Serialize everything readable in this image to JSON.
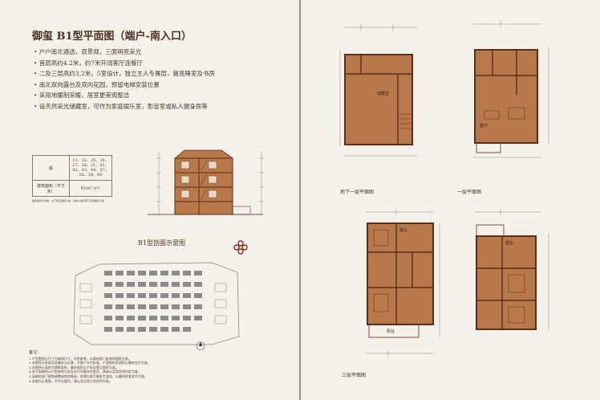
{
  "title": "御玺 B1型平面图（端户-南入口）",
  "features": [
    "户户南北通透，双景观，三面明亮采光",
    "首层高约4.2米，约7米开阔客厅连餐厅",
    "二及三层高约3.2米，5室设计，独立主人专属层，敞亮睡室及书房",
    "南北双向露台及双向花园，预留电梯安装位置",
    "采用地暖制采暖，居室更美观整洁",
    "设天然采光储藏室，可作为家庭娱乐室，影音室或私人健身房等"
  ],
  "spec_table": {
    "row1_label": "栋",
    "row1_value": "11、12、25、26、27、28、31、41、42、43、44、57、58、59、60",
    "row2_label": "建筑面积（平方米）",
    "row2_value": "约387.97²",
    "note": "面积数值为约数，以产权证面积为准，具体以政府部门实测面积为准"
  },
  "section_caption": "B1型剖面示意图",
  "plans": {
    "basement": "地下一层平面图",
    "first": "一层平面图",
    "third": "三层平面图"
  },
  "room_labels": {
    "storage": "储藏室",
    "living": "客厅",
    "terrace": "露台",
    "balcony": "阳台"
  },
  "notes": {
    "title": "备注：",
    "lines": [
      "1.户型图所示尺寸为轴线尺寸，仅供参考，以政府部门批准的图纸为准。",
      "2.本图所示家具及设备仅为示意，不属于交付标准，户型结构及面积以最终交付为准。",
      "3.本图所示面积为建筑面积，最终面积以产权证登记面积为准。",
      "4.本平面图所示户型结构与实际交付可能存在差异，具体以买卖合同约定为准。",
      "5.因政府部门规划调整或其他原因，本图内容可能发生变化，以最终批准文件为准。",
      "6.本图为示意图，不作为要约，请以双方签订的合同为准。"
    ]
  },
  "colors": {
    "room_fill": "#b8784a",
    "wall": "#5a2e1a",
    "background": "#f4f1ea",
    "site_block": "#7a7a7a"
  }
}
